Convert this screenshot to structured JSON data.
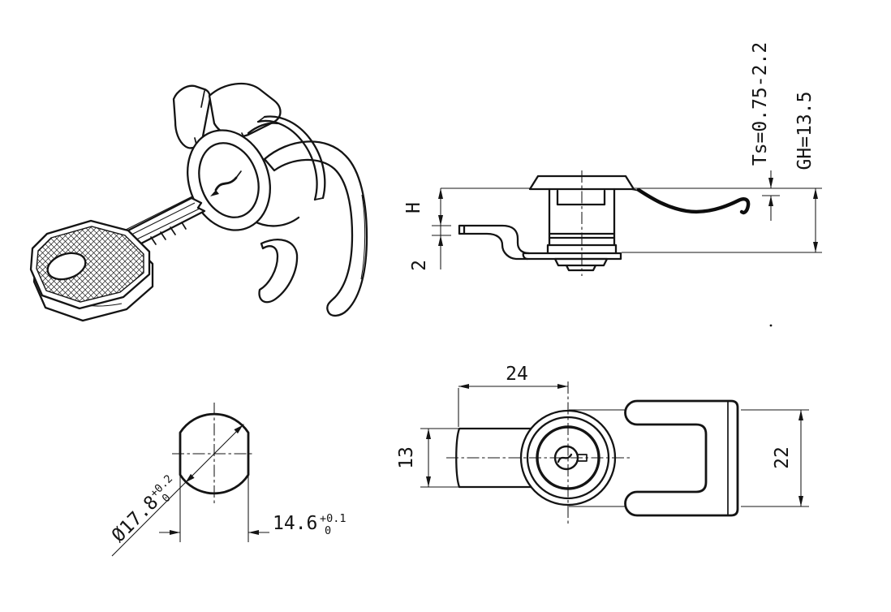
{
  "title": "Cam lock with wing cam and key - dimensioned technical drawing",
  "colors": {
    "line": "#141414",
    "background": "#ffffff"
  },
  "views": {
    "side": {
      "dim_panel_thickness": "Ts=0.75-2.2",
      "dim_grip_height": "GH=13.5",
      "dim_h": "H",
      "dim_cam_thickness": "2"
    },
    "front": {
      "dim_center_offset": "24",
      "dim_tab_height": "13",
      "dim_fork_height": "22"
    },
    "profile": {
      "dim_diameter": "Ø17.8",
      "dia_tol_upper": "+0.2",
      "dia_tol_lower": "0",
      "dim_flat_width": "14.6",
      "flat_tol_upper": "+0.1",
      "flat_tol_lower": "0"
    }
  }
}
